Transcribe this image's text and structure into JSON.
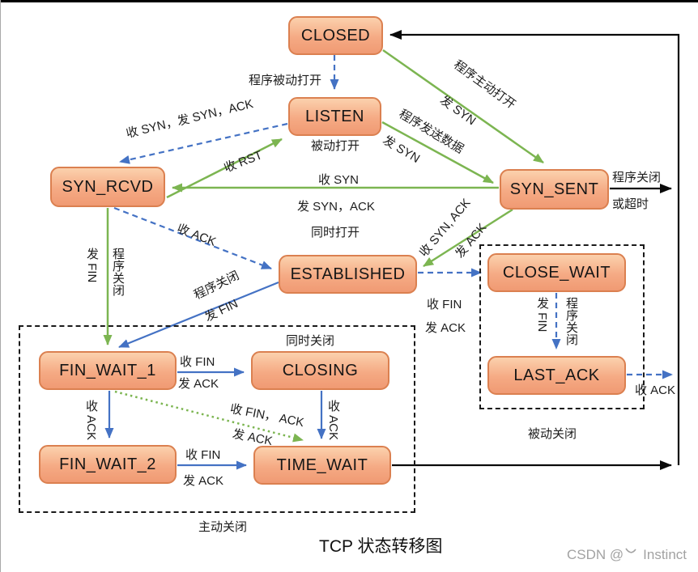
{
  "title": "TCP 状态转移图",
  "watermark": {
    "prefix": "CSDN @",
    "author": "Instinct"
  },
  "colors": {
    "state_fill_top": "#FBD1AD",
    "state_fill_bottom": "#F09A73",
    "state_border": "#DB8050",
    "edge_green": "#7CB551",
    "edge_blue": "#4472C4",
    "edge_black": "#0A0A0A",
    "watermark_gray": "#A2A2A2"
  },
  "states": {
    "closed": "CLOSED",
    "listen": "LISTEN",
    "syn_rcvd": "SYN_RCVD",
    "syn_sent": "SYN_SENT",
    "established": "ESTABLISHED",
    "close_wait": "CLOSE_WAIT",
    "last_ack": "LAST_ACK",
    "fin_wait_1": "FIN_WAIT_1",
    "closing": "CLOSING",
    "fin_wait_2": "FIN_WAIT_2",
    "time_wait": "TIME_WAIT"
  },
  "groups": {
    "active_close": "主动关闭",
    "passive_close": "被动关闭"
  },
  "transitions": {
    "closed_listen": "程序被动打开",
    "listen_caption": "被动打开",
    "closed_synsent_1": "程序主动打开",
    "closed_synsent_2": "发 SYN",
    "listen_synsent_1": "程序发送数据",
    "listen_synsent_2": "发 SYN",
    "listen_synrcvd": "收 SYN，发 SYN，ACK",
    "synrcvd_listen": "收 RST",
    "synsent_synrcvd_1": "收 SYN",
    "synsent_synrcvd_2": "发 SYN，ACK",
    "simultaneous_open": "同时打开",
    "synsent_established_1": "收 SYN, ACK",
    "synsent_established_2": "发 ACK",
    "synrcvd_established": "收 ACK",
    "synrcvd_finwait1_fin": "发 FIN",
    "synrcvd_finwait1_close": "程序关闭",
    "established_finwait1_1": "程序关闭",
    "established_finwait1_2": "发 FIN",
    "synsent_closed_1": "程序关闭",
    "synsent_closed_2": "或超时",
    "established_closewait_1": "收 FIN",
    "established_closewait_2": "发 ACK",
    "closewait_lastack_fin": "发 FIN",
    "closewait_lastack_close": "程序关闭",
    "lastack_closed": "收 ACK",
    "simultaneous_close": "同时关闭",
    "finwait1_closing_1": "收 FIN",
    "finwait1_closing_2": "发 ACK",
    "finwait1_finwait2": "收 ACK",
    "closing_timewait": "收 ACK",
    "finwait1_timewait_1": "收 FIN， ACK",
    "finwait1_timewait_2": "发 ACK",
    "finwait2_timewait_1": "收 FIN",
    "finwait2_timewait_2": "发 ACK"
  }
}
